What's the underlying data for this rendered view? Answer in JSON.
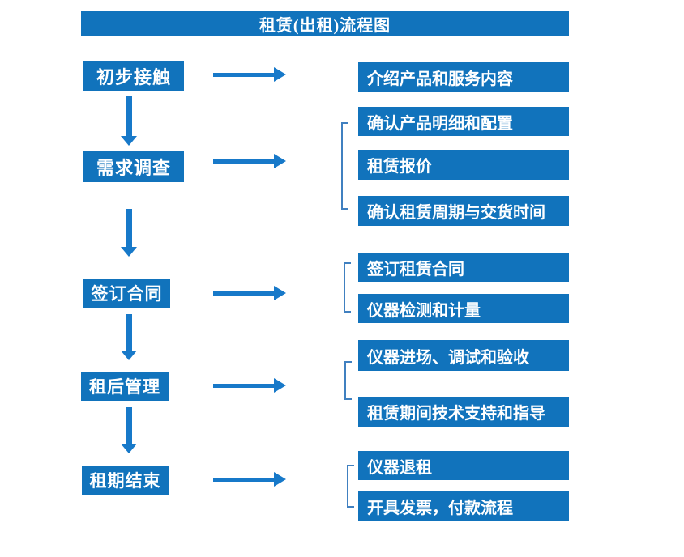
{
  "title": "租赁(出租)流程图",
  "colors": {
    "box_blue": "#1173BC",
    "arrow_blue": "#1779C9",
    "bracket_blue": "#4080C0",
    "text_white": "#FFFFFF",
    "background": "#FFFFFF"
  },
  "steps": [
    {
      "label": "初步接触"
    },
    {
      "label": "需求调查"
    },
    {
      "label": "签订合同"
    },
    {
      "label": "租后管理"
    },
    {
      "label": "租期结束"
    }
  ],
  "details": [
    {
      "label": "介绍产品和服务内容"
    },
    {
      "label": "确认产品明细和配置"
    },
    {
      "label": "租赁报价"
    },
    {
      "label": "确认租赁周期与交货时间"
    },
    {
      "label": "签订租赁合同"
    },
    {
      "label": "仪器检测和计量"
    },
    {
      "label": "仪器进场、调试和验收"
    },
    {
      "label": "租赁期间技术支持和指导"
    },
    {
      "label": "仪器退租"
    },
    {
      "label": "开具发票，付款流程"
    }
  ]
}
